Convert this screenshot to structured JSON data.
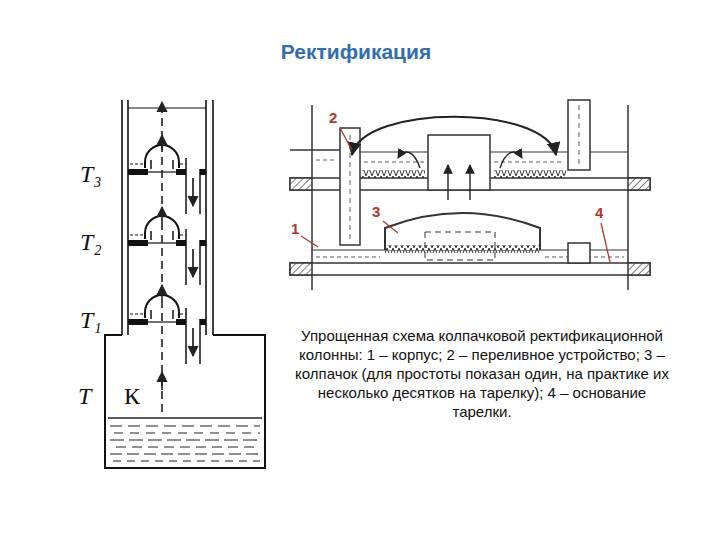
{
  "diagram": {
    "title": "Ректификация",
    "caption": "Упрощенная схема колпачковой ректификационной колонны: 1 – корпус; 2 – переливное устройство; 3 – колпачок (для простоты показан один, на практике их несколько десятков на тарелку); 4 – основание тарелки.",
    "labels": [
      "T₃",
      "T₂",
      "T₁",
      "T",
      "К",
      "1",
      "2",
      "3",
      "4"
    ]
  }
}
